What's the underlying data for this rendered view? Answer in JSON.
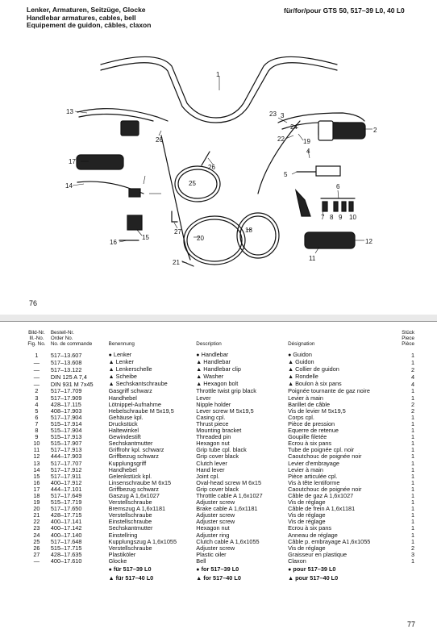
{
  "header": {
    "title_de": "Lenker, Armaturen, Seitzüge, Glocke",
    "title_en": "Handlebar armatures, cables, bell",
    "title_fr": "Equipement de guidon, câbles, claxon",
    "model": "für/for/pour GTS 50, 517–39 L0, 40 L0"
  },
  "diagram": {
    "callouts": [
      "1",
      "2",
      "3",
      "4",
      "5",
      "6",
      "7",
      "8",
      "9",
      "10",
      "11",
      "12",
      "13",
      "14",
      "15",
      "16",
      "17",
      "18",
      "19",
      "20",
      "21",
      "22",
      "23",
      "24",
      "25",
      "26",
      "27"
    ]
  },
  "page_numbers": {
    "top": "76",
    "bottom": "77"
  },
  "table": {
    "headers": {
      "fig": [
        "Bild-Nr.",
        "Ill.-No.",
        "Fig. No."
      ],
      "order": [
        "Bestell-Nr.",
        "Order No.",
        "No. de commande"
      ],
      "benennung": "Benennung",
      "description": "Description",
      "designation": "Désignation",
      "qty": [
        "Stück",
        "Piece",
        "Pièce"
      ]
    },
    "rows": [
      {
        "fig": "1",
        "order": "517–13.607",
        "mark": "●",
        "de": "Lenker",
        "en": "Handlebar",
        "fr": "Guidon",
        "qty": "1"
      },
      {
        "fig": "—",
        "order": "517–13.608",
        "mark": "▲",
        "de": "Lenker",
        "en": "Handlebar",
        "fr": "Guidon",
        "qty": "1"
      },
      {
        "fig": "—",
        "order": "517–13.122",
        "mark": "▲",
        "de": "Lenkerschelle",
        "en": "Handlebar clip",
        "fr": "Collier de guidon",
        "qty": "2"
      },
      {
        "fig": "—",
        "order": "DIN 125 A 7,4",
        "mark": "▲",
        "de": "Scheibe",
        "en": "Washer",
        "fr": "Rondelle",
        "qty": "4"
      },
      {
        "fig": "—",
        "order": "DIN 931 M 7x45",
        "mark": "▲",
        "de": "Sechskantschraube",
        "en": "Hexagon bolt",
        "fr": "Boulon à six pans",
        "qty": "4"
      },
      {
        "fig": "2",
        "order": "517–17.709",
        "mark": "",
        "de": "Gasgriff schwarz",
        "en": "Throttle twist grip black",
        "fr": "Poignée tournante de gaz noire",
        "qty": "1"
      },
      {
        "fig": "3",
        "order": "517–17.909",
        "mark": "",
        "de": "Handhebel",
        "en": "Lever",
        "fr": "Levier à main",
        "qty": "1"
      },
      {
        "fig": "4",
        "order": "428–17.115",
        "mark": "",
        "de": "Lötnippel-Aufnahme",
        "en": "Nipple holder",
        "fr": "Barillet de câble",
        "qty": "2"
      },
      {
        "fig": "5",
        "order": "408–17.903",
        "mark": "",
        "de": "Hebelschraube M 5x19,5",
        "en": "Lever screw M 5x19,5",
        "fr": "Vis de levier M 5x19,5",
        "qty": "2"
      },
      {
        "fig": "6",
        "order": "517–17.904",
        "mark": "",
        "de": "Gehäuse kpl.",
        "en": "Casing cpl.",
        "fr": "Corps cpl.",
        "qty": "1"
      },
      {
        "fig": "7",
        "order": "515–17.914",
        "mark": "",
        "de": "Druckstück",
        "en": "Thrust piece",
        "fr": "Pièce de pression",
        "qty": "1"
      },
      {
        "fig": "8",
        "order": "515–17.904",
        "mark": "",
        "de": "Haltewinkel",
        "en": "Mounting bracket",
        "fr": "Equerre de retenue",
        "qty": "1"
      },
      {
        "fig": "9",
        "order": "515–17.913",
        "mark": "",
        "de": "Gewindestift",
        "en": "Threaded pin",
        "fr": "Goupille filetée",
        "qty": "1"
      },
      {
        "fig": "10",
        "order": "515–17.907",
        "mark": "",
        "de": "Sechskantmutter",
        "en": "Hexagon nut",
        "fr": "Ecrou à six pans",
        "qty": "1"
      },
      {
        "fig": "11",
        "order": "517–17.913",
        "mark": "",
        "de": "Griffrohr kpl. schwarz",
        "en": "Grip tube cpl. black",
        "fr": "Tube de poignée cpl. noir",
        "qty": "1"
      },
      {
        "fig": "12",
        "order": "444–17.903",
        "mark": "",
        "de": "Griffbezug schwarz",
        "en": "Grip cover black",
        "fr": "Caoutchouc de poignée noir",
        "qty": "1"
      },
      {
        "fig": "13",
        "order": "517–17.707",
        "mark": "",
        "de": "Kupplungsgriff",
        "en": "Clutch lever",
        "fr": "Levier d'embrayage",
        "qty": "1"
      },
      {
        "fig": "14",
        "order": "517–17.912",
        "mark": "",
        "de": "Handhebel",
        "en": "Hand lever",
        "fr": "Levier à main",
        "qty": "1"
      },
      {
        "fig": "15",
        "order": "517–17.911",
        "mark": "",
        "de": "Gelenkstück kpl.",
        "en": "Joint cpl.",
        "fr": "Pièce articulée cpl.",
        "qty": "1"
      },
      {
        "fig": "16",
        "order": "400–17.912",
        "mark": "",
        "de": "Linsenschraube M 6x15",
        "en": "Oval-head screw M 6x15",
        "fr": "Vis à tête lentiforme",
        "qty": "1"
      },
      {
        "fig": "17",
        "order": "444–17.101",
        "mark": "",
        "de": "Griffbezug schwarz",
        "en": "Grip cover black",
        "fr": "Caoutchouc de poignée noir",
        "qty": "1"
      },
      {
        "fig": "18",
        "order": "517–17.649",
        "mark": "",
        "de": "Gaszug A 1,6x1027",
        "en": "Throttle cable A 1,6x1027",
        "fr": "Câble de gaz A 1,6x1027",
        "qty": "1"
      },
      {
        "fig": "19",
        "order": "515–17.719",
        "mark": "",
        "de": "Verstellschraube",
        "en": "Adjuster screw",
        "fr": "Vis de réglage",
        "qty": "1"
      },
      {
        "fig": "20",
        "order": "517–17.650",
        "mark": "",
        "de": "Bremszug A 1,6x1181",
        "en": "Brake cable A 1,6x1181",
        "fr": "Câble de frein A 1,6x1181",
        "qty": "1"
      },
      {
        "fig": "21",
        "order": "428–17.715",
        "mark": "",
        "de": "Verstellschraube",
        "en": "Adjuster screw",
        "fr": "Vis de réglage",
        "qty": "1"
      },
      {
        "fig": "22",
        "order": "400–17.141",
        "mark": "",
        "de": "Einstellschraube",
        "en": "Adjuster screw",
        "fr": "Vis de réglage",
        "qty": "1"
      },
      {
        "fig": "23",
        "order": "400–17.142",
        "mark": "",
        "de": "Sechskantmutter",
        "en": "Hexagon nut",
        "fr": "Ecrou à six pans",
        "qty": "1"
      },
      {
        "fig": "24",
        "order": "400–17.140",
        "mark": "",
        "de": "Einstellring",
        "en": "Adjuster ring",
        "fr": "Anneau de réglage",
        "qty": "1"
      },
      {
        "fig": "25",
        "order": "517–17.648",
        "mark": "",
        "de": "Kupplungszug A 1,6x1055",
        "en": "Clutch cable A 1,6x1055",
        "fr": "Câble p. embrayage A1,6x1055",
        "qty": "1"
      },
      {
        "fig": "26",
        "order": "515–17.715",
        "mark": "",
        "de": "Verstellschraube",
        "en": "Adjuster screw",
        "fr": "Vis de réglage",
        "qty": "2"
      },
      {
        "fig": "27",
        "order": "428–17.635",
        "mark": "",
        "de": "Plastiköler",
        "en": "Plastic oiler",
        "fr": "Graisseur en plastique",
        "qty": "3"
      },
      {
        "fig": "—",
        "order": "400–17.610",
        "mark": "",
        "de": "Glocke",
        "en": "Bell",
        "fr": "Claxon",
        "qty": "1"
      }
    ],
    "footnotes": [
      {
        "mark": "●",
        "de": "für 517–39 L0",
        "en": "for 517–39 L0",
        "fr": "pour 517–39 L0"
      },
      {
        "mark": "▲",
        "de": "für 517–40 L0",
        "en": "for 517–40 L0",
        "fr": "pour 517–40 L0"
      }
    ]
  }
}
